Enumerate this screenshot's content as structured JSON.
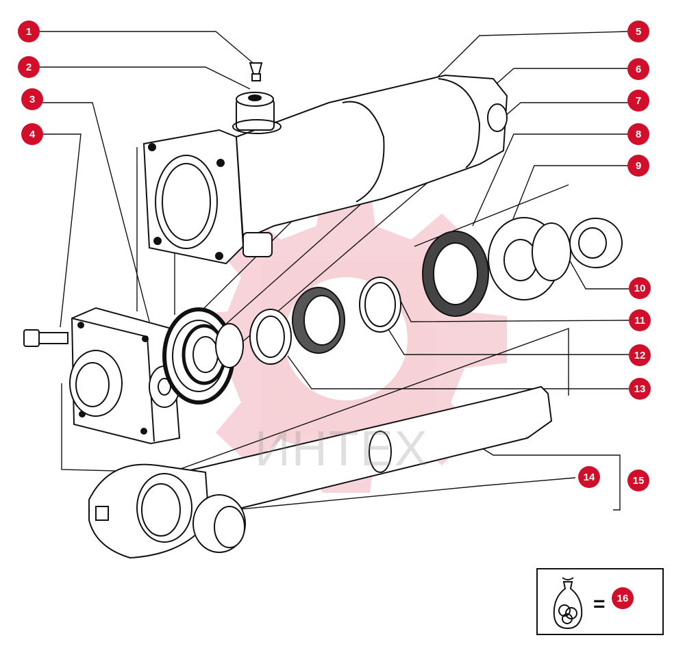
{
  "diagram": {
    "watermark_text": "ИНТЕХ",
    "accent_color": "#d10f2a",
    "callouts": [
      "1",
      "2",
      "3",
      "4",
      "5",
      "6",
      "7",
      "8",
      "9",
      "10",
      "11",
      "12",
      "13",
      "14",
      "15",
      "16"
    ],
    "kit": {
      "equals": "=",
      "icon": "parts-bag-icon"
    }
  }
}
